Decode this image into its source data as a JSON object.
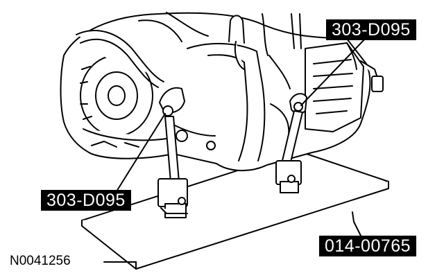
{
  "figure": {
    "id": "N0041256",
    "callouts": {
      "tool_right": "303-D095",
      "tool_left": "303-D095",
      "bench": "014-00765"
    }
  }
}
